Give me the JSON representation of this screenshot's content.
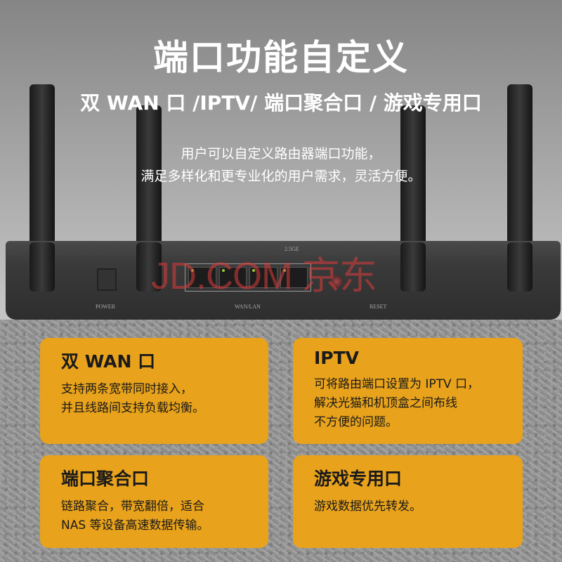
{
  "header": {
    "title": "端口功能自定义",
    "subtitle": "双 WAN 口 /IPTV/ 端口聚合口 / 游戏专用口",
    "description": [
      "用户可以自定义路由器端口功能，",
      "满足多样化和更专业化的用户需求，灵活方便。"
    ]
  },
  "router": {
    "power_label": "POWER",
    "port_speed_label": "2.5GE",
    "ports_label": "WAN/LAN",
    "reset_label": "RESET",
    "watermark": "JD.COM 京东"
  },
  "cards": [
    {
      "title": "双 WAN 口",
      "lines": [
        "支持两条宽带同时接入，",
        "并且线路间支持负载均衡。"
      ]
    },
    {
      "title": "IPTV",
      "lines": [
        "可将路由端口设置为 IPTV 口，",
        "解决光猫和机顶盒之间布线",
        "不方便的问题。"
      ]
    },
    {
      "title": "端口聚合口",
      "lines": [
        "链路聚合，带宽翻倍，适合",
        "NAS 等设备高速数据传输。"
      ]
    },
    {
      "title": "游戏专用口",
      "lines": [
        "游戏数据优先转发。"
      ]
    }
  ],
  "colors": {
    "card": "#e8a21b"
  }
}
